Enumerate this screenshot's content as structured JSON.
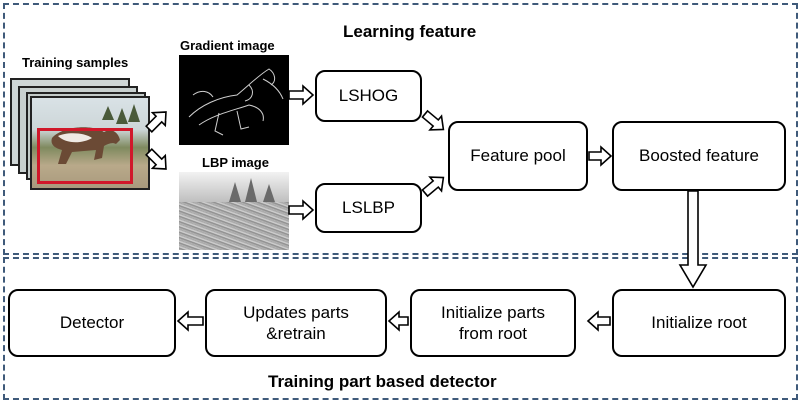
{
  "sections": {
    "top_title": "Learning feature",
    "bottom_title": "Training part based detector"
  },
  "image_labels": {
    "training": "Training samples",
    "gradient": "Gradient image",
    "lbp": "LBP image"
  },
  "nodes": {
    "lshog": "LSHOG",
    "lslbp": "LSLBP",
    "feature_pool": "Feature pool",
    "boosted": "Boosted feature",
    "init_root": "Initialize root",
    "init_parts": "Initialize parts\nfrom root",
    "updates": "Updates parts\n&retrain",
    "detector": "Detector"
  },
  "colors": {
    "panel_border": "#3f5a7a",
    "bbox": "#d0182a"
  }
}
